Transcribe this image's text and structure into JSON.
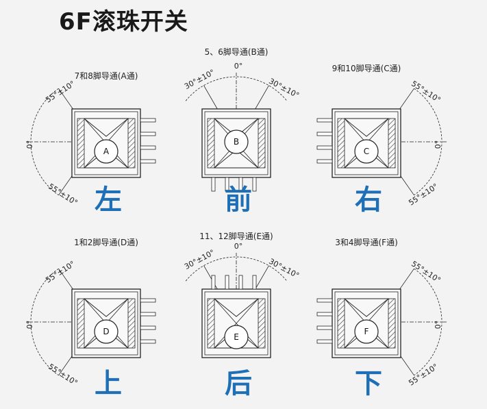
{
  "title": "6F滚珠开关",
  "colors": {
    "accent": "#1f6fb6",
    "background": "#f3f3f3",
    "line": "#222222"
  },
  "panels": [
    {
      "id": "left",
      "direction": "左",
      "ball": "A",
      "conduction": "7和8脚导通(A通)",
      "angles": {
        "top": "55°±10°",
        "middle": "0°",
        "bottom": "55°±10°"
      }
    },
    {
      "id": "front",
      "direction": "前",
      "ball": "B",
      "conduction": "5、6脚导通(B通)",
      "angles": {
        "left": "30°±10°",
        "middle": "0°",
        "right": "30°±10°"
      }
    },
    {
      "id": "right",
      "direction": "右",
      "ball": "C",
      "conduction": "9和10脚导通(C通)",
      "angles": {
        "top": "55°±10°",
        "middle": "0°",
        "bottom": "55°±10°"
      }
    },
    {
      "id": "up",
      "direction": "上",
      "ball": "D",
      "conduction": "1和2脚导通(D通)",
      "angles": {
        "top": "55°±10°",
        "middle": "0°",
        "bottom": "55°±10°"
      }
    },
    {
      "id": "back",
      "direction": "后",
      "ball": "E",
      "conduction": "11、12脚导通(E通)",
      "angles": {
        "left": "30°±10°",
        "middle": "0°",
        "right": "30°±10°"
      }
    },
    {
      "id": "down",
      "direction": "下",
      "ball": "F",
      "conduction": "3和4脚导通(F通)",
      "angles": {
        "top": "55°±10°",
        "middle": "0°",
        "bottom": "55°±10°"
      }
    }
  ]
}
